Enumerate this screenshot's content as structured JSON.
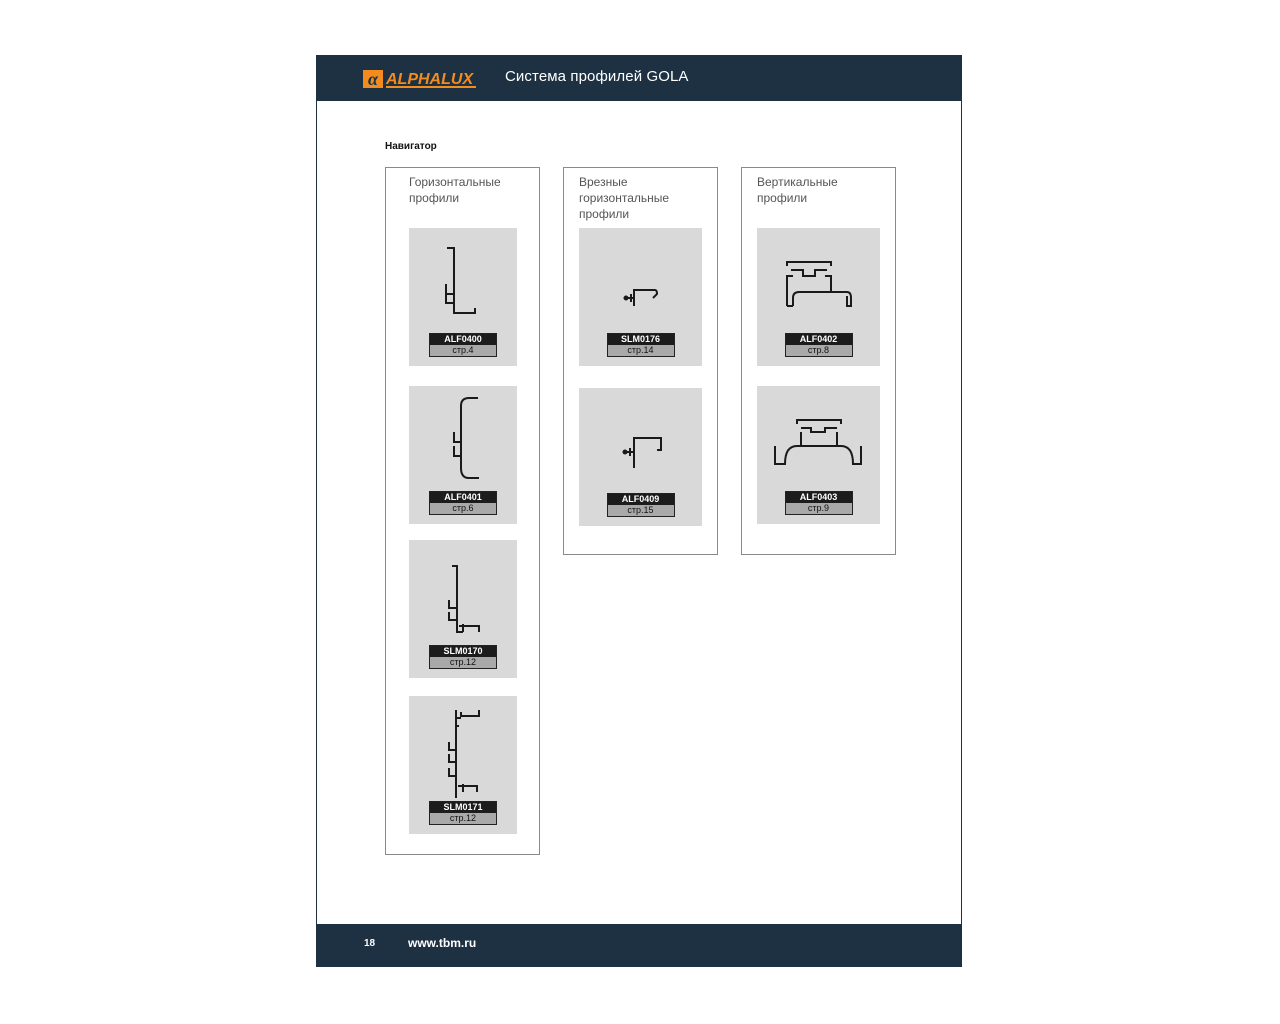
{
  "header": {
    "logo_text": "ALPHALUX",
    "logo_symbol": "α",
    "title": "Система профилей GOLA"
  },
  "section_title": "Навигатор",
  "columns": [
    {
      "title": "Горизонтальные\nпрофили",
      "cards": [
        {
          "code": "ALF0400",
          "page": "стр.4",
          "icon": "profile-alf0400-icon"
        },
        {
          "code": "ALF0401",
          "page": "стр.6",
          "icon": "profile-alf0401-icon"
        },
        {
          "code": "SLM0170",
          "page": "стр.12",
          "icon": "profile-slm0170-icon"
        },
        {
          "code": "SLM0171",
          "page": "стр.12",
          "icon": "profile-slm0171-icon"
        }
      ]
    },
    {
      "title": "Врезные\nгоризонтальные\nпрофили",
      "cards": [
        {
          "code": "SLM0176",
          "page": "стр.14",
          "icon": "profile-slm0176-icon"
        },
        {
          "code": "ALF0409",
          "page": "стр.15",
          "icon": "profile-alf0409-icon"
        }
      ]
    },
    {
      "title": "Вертикальные\nпрофили",
      "cards": [
        {
          "code": "ALF0402",
          "page": "стр.8",
          "icon": "profile-alf0402-icon"
        },
        {
          "code": "ALF0403",
          "page": "стр.9",
          "icon": "profile-alf0403-icon"
        }
      ]
    }
  ],
  "footer": {
    "page_number": "18",
    "url": "www.tbm.ru"
  },
  "colors": {
    "brand_dark": "#1d3143",
    "logo_orange": "#f28c1e",
    "card_bg": "#d8d9d8"
  }
}
